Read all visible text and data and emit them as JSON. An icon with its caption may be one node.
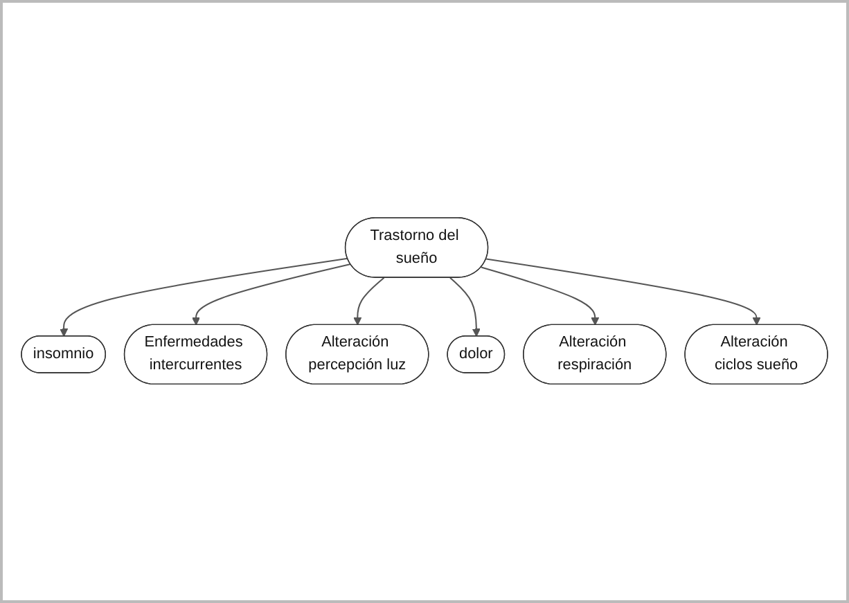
{
  "diagram": {
    "nodes": [
      {
        "text": [
          "insomnio"
        ]
      },
      {
        "text": [
          "Enfermedades intercurrentes"
        ]
      },
      {
        "text": [
          "Alteración percepción luz"
        ]
      },
      {
        "text": [
          "Trastorno del sueño"
        ]
      },
      {
        "text": [
          "dolor"
        ]
      },
      {
        "text": [
          "Alteración respiración"
        ]
      },
      {
        "text": [
          "Alteración ciclos sueño"
        ]
      }
    ],
    "edges": [
      {
        "from": 3,
        "to": 0,
        "arrow": "to"
      },
      {
        "from": 3,
        "to": 1,
        "arrow": "to"
      },
      {
        "from": 3,
        "to": 2,
        "arrow": "to"
      },
      {
        "from": 3,
        "to": 4,
        "arrow": "to"
      },
      {
        "from": 3,
        "to": 5,
        "arrow": "to"
      },
      {
        "from": 3,
        "to": 6,
        "arrow": "to"
      }
    ]
  }
}
